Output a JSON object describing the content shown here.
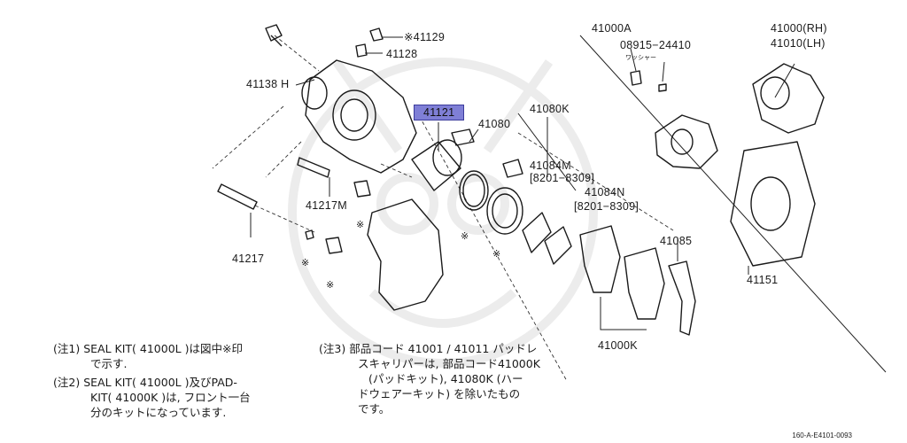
{
  "diagram": {
    "part_labels": {
      "p41129": "※41129",
      "p41128": "41128",
      "p41138h": "41138 H",
      "p41121": "41121",
      "p41080": "41080",
      "p41080k": "41080K",
      "p41084m": "41084M",
      "p41084m_range": "[8201−8309]",
      "p41084n": "41084N",
      "p41084n_range": "[8201−8309]",
      "p41217m": "41217M",
      "p41217": "41217",
      "p41085": "41085",
      "p41000k": "41000K",
      "p41000a": "41000A",
      "p08915": "08915−24410",
      "p_washer": "ワッシャー",
      "p41000rh": "41000(RH)",
      "p41010lh": "41010(LH)",
      "p41151": "41151"
    },
    "kit_mark": "※",
    "notes": {
      "n1_tag": "(注1)",
      "n1_l1": "SEAL KIT( 41000L )は図中※印",
      "n1_l2": "で示す.",
      "n2_tag": "(注2)",
      "n2_l1": "SEAL KIT( 41000L )及びPAD-",
      "n2_l2": "KIT( 41000K )は, フロント一台",
      "n2_l3": "分のキットになっています.",
      "n3_tag": "(注3)",
      "n3_l1": "部品コード 41001 / 41011 パッドレ",
      "n3_l2": "スキャリパーは, 部品コード41000K",
      "n3_l3": "(パッドキット), 41080K (ハー",
      "n3_l4": "ドウェアーキット) を除いたもの",
      "n3_l5": "です。"
    },
    "reference": "160-A-E4101-0093"
  },
  "colors": {
    "ink": "#1a1a1a",
    "highlight": "#7f7fd6",
    "watermark": "#ececec"
  }
}
